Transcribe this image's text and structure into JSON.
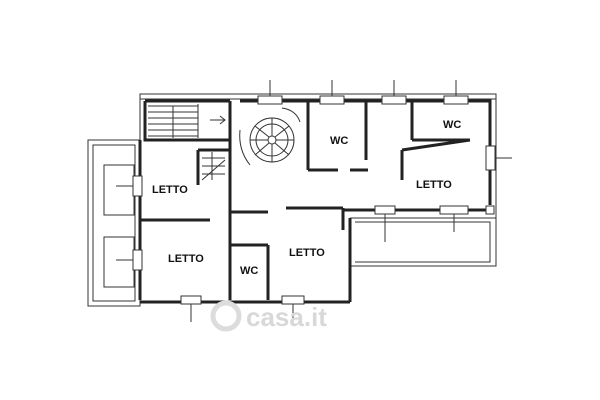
{
  "rooms": {
    "letto_1": "LETTO",
    "letto_2": "LETTO",
    "letto_3": "LETTO",
    "letto_4": "LETTO",
    "wc_1": "WC",
    "wc_2": "WC",
    "wc_3": "WC"
  },
  "watermark": "casa.it"
}
